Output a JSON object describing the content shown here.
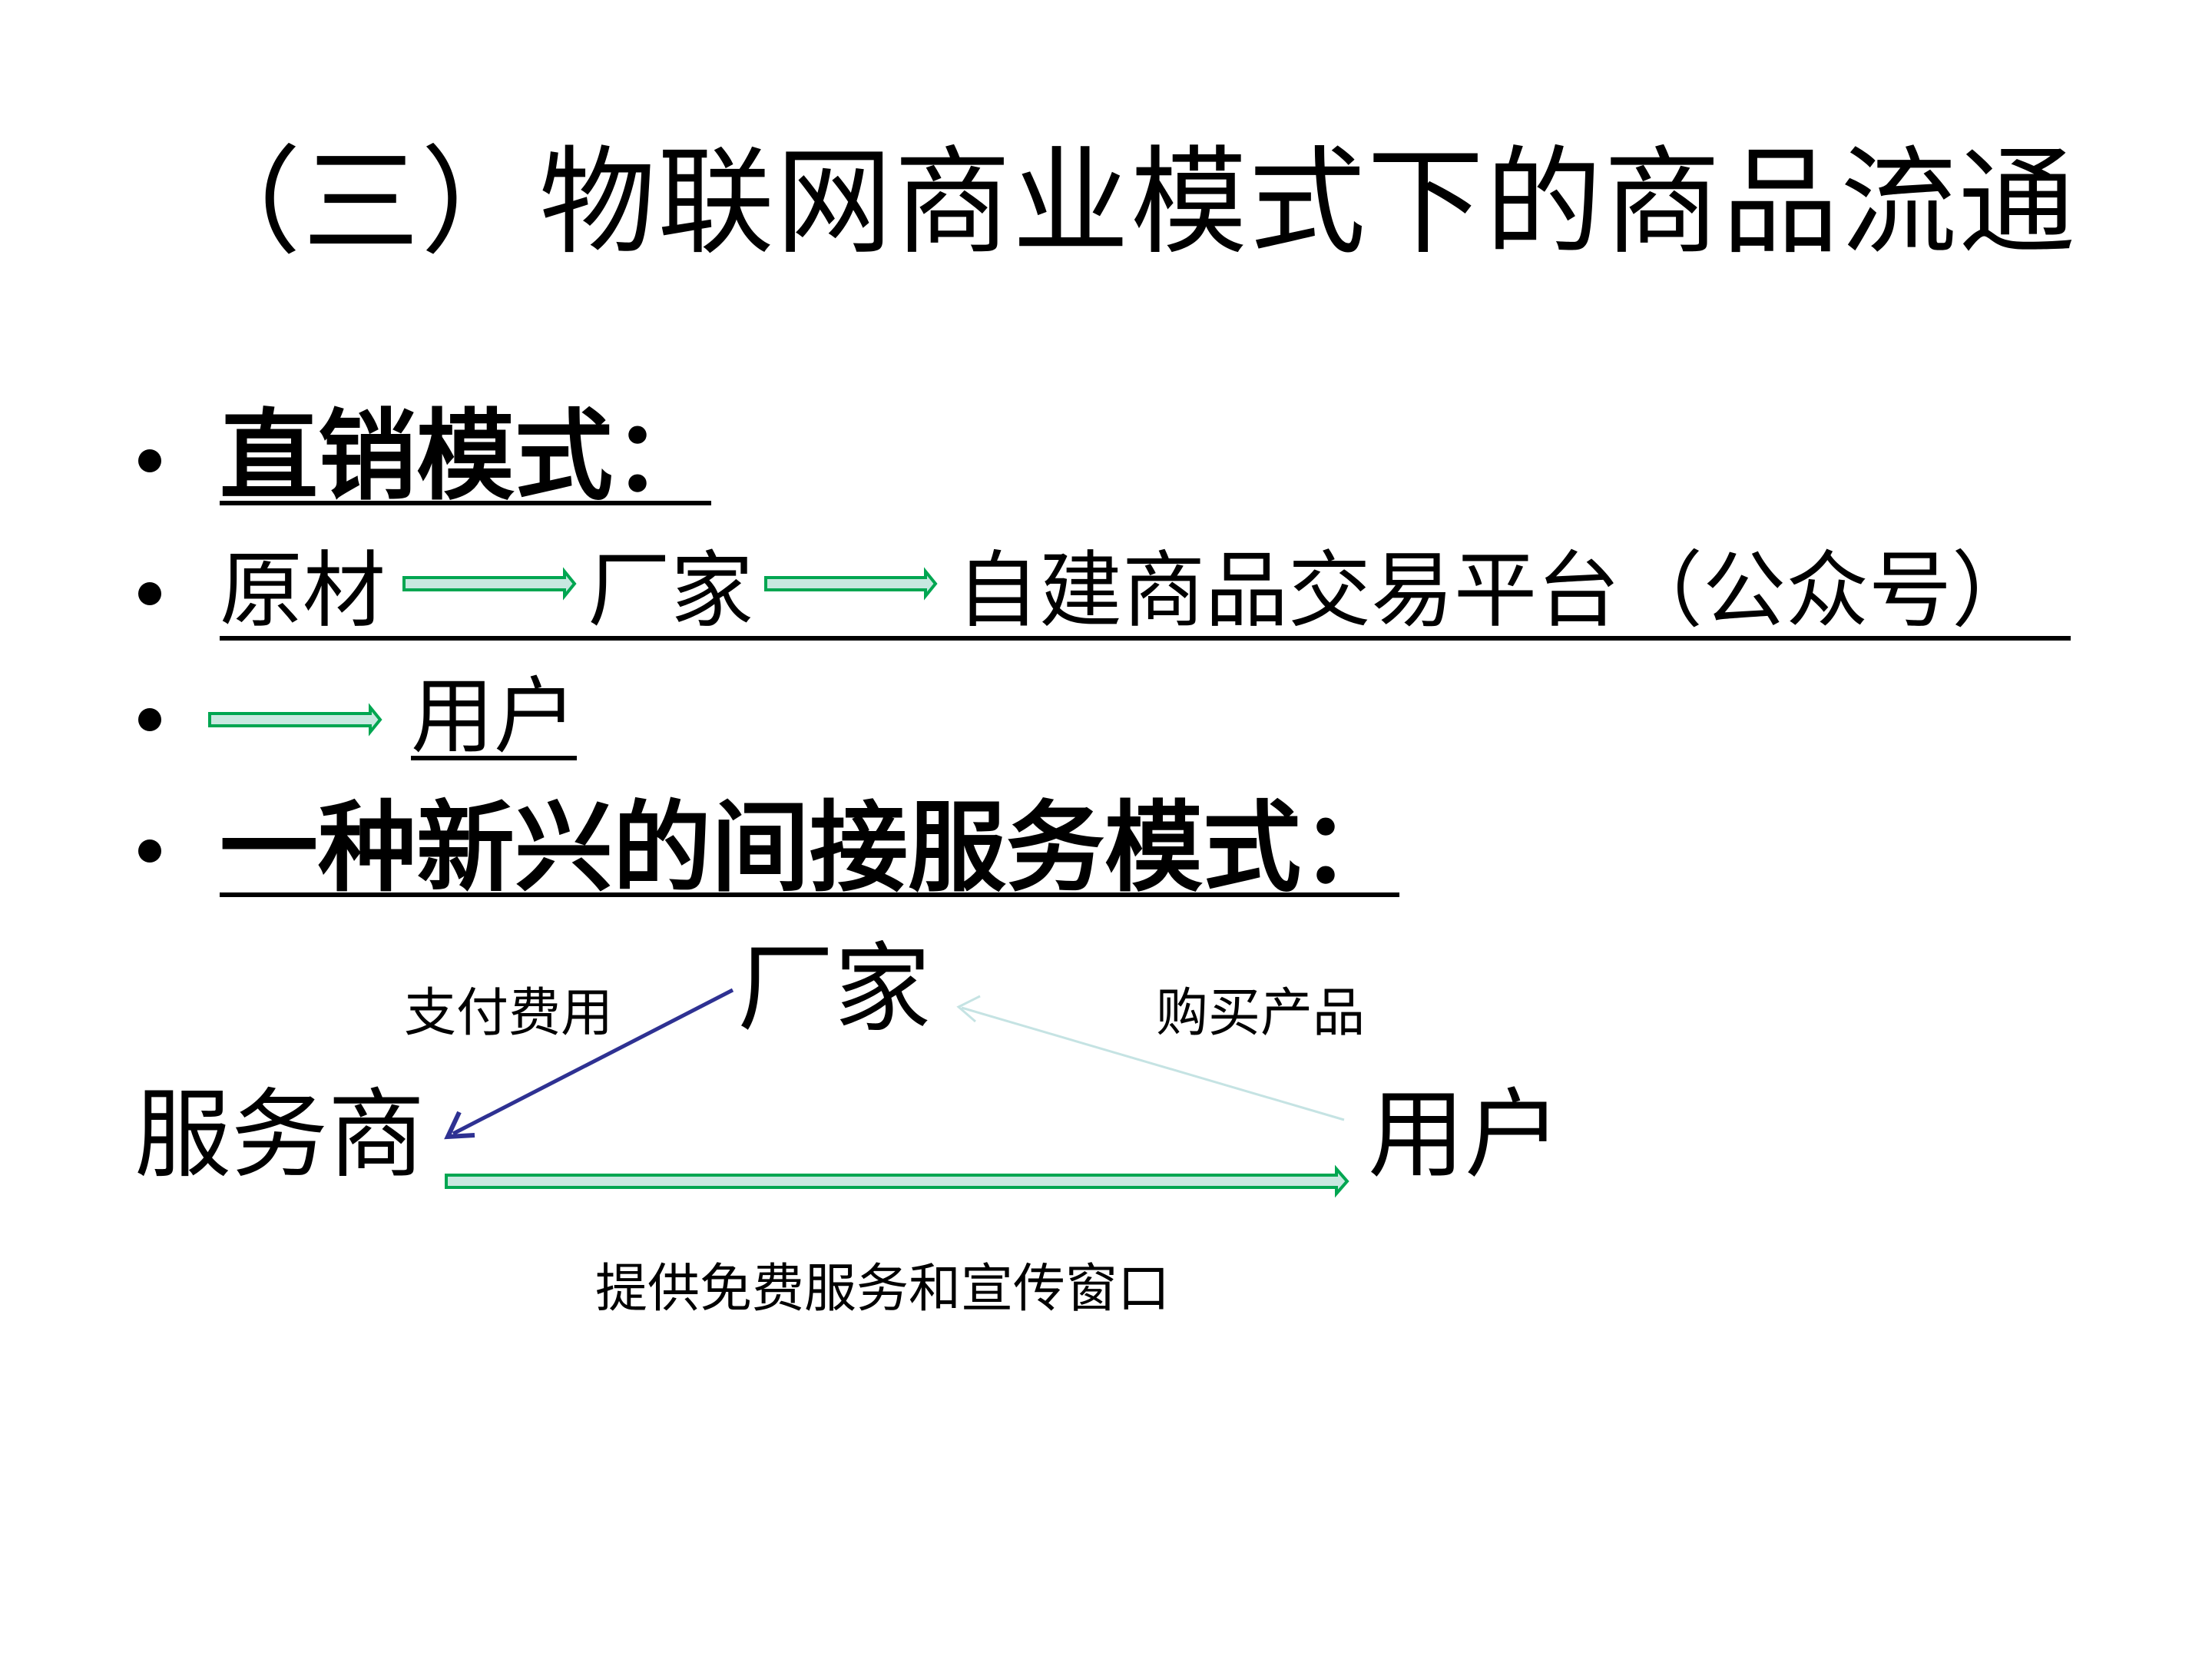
{
  "title": "（三）物联网商业模式下的商品流通",
  "bullets": {
    "direct_heading": "直销模式：",
    "chain_line": "原材        厂家        自建商品交易平台（公众号）",
    "chain": [
      "原材",
      "厂家",
      "自建商品交易平台（公众号）"
    ],
    "chain_end": "用户",
    "indirect_heading": "一种新兴的间接服务模式："
  },
  "diagram": {
    "manufacturer": "厂家",
    "service_provider": "服务商",
    "user": "用户",
    "pay_fee_label": "支付费用",
    "buy_product_label": "购买产品",
    "free_service_label": "提供免费服务和宣传窗口"
  },
  "colors": {
    "green_arrow_stroke": "#00a651",
    "green_arrow_fill": "#c8e8e0",
    "blue_arrow": "#2e3192",
    "light_arrow": "#c5e3e3"
  }
}
